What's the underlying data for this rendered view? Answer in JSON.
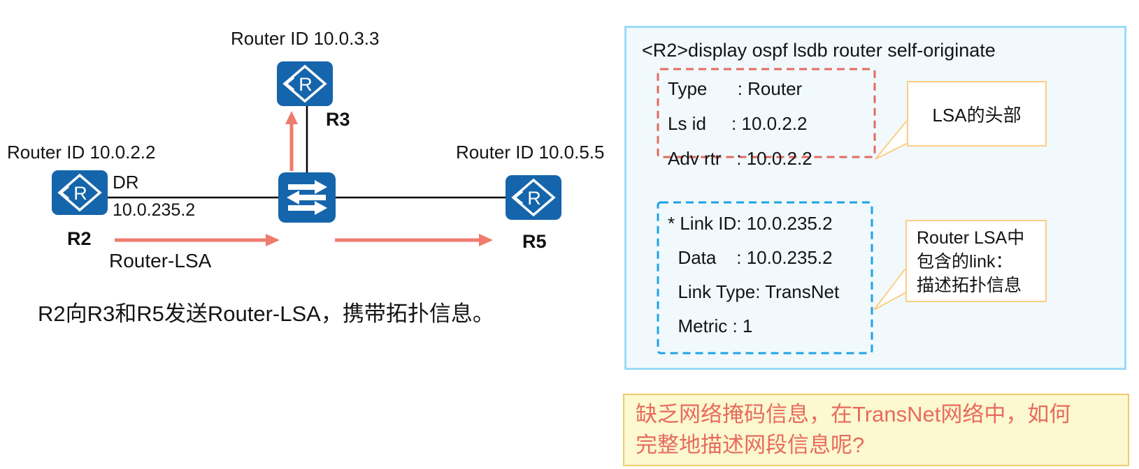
{
  "colors": {
    "icon_blue": "#1565ac",
    "arrow_red": "#ee7b6e",
    "lsa_header_box_border": "#e26a5e",
    "link_box_border": "#1ea3e4",
    "panel_border": "#9bdcf7",
    "panel_bg": "#f1f9fd",
    "callout_border": "#fbce84",
    "question_bg": "#fcf8d0",
    "question_border": "#f3c86e",
    "question_text": "#e76b5e"
  },
  "topology": {
    "r3": {
      "router_id": "Router ID 10.0.3.3",
      "name": "R3"
    },
    "r2": {
      "router_id": "Router ID 10.0.2.2",
      "name": "R2",
      "dr": "DR",
      "interface_ip": "10.0.235.2"
    },
    "r5": {
      "router_id": "Router ID 10.0.5.5",
      "name": "R5"
    },
    "arrow_label": "Router-LSA",
    "caption": "R2向R3和R5发送Router-LSA，携带拓扑信息。"
  },
  "terminal": {
    "command": "<R2>display ospf lsdb router self-originate",
    "lsa_header_rows": [
      "Type      : Router",
      "Ls id     : 10.0.2.2",
      "Adv rtr   : 10.0.2.2"
    ],
    "link_rows": [
      "* Link ID: 10.0.235.2",
      "  Data    : 10.0.235.2",
      "  Link Type: TransNet",
      "  Metric : 1"
    ]
  },
  "callouts": {
    "lsa_header": "LSA的头部",
    "link_lines": [
      "Router LSA中",
      "包含的link：",
      "描述拓扑信息"
    ]
  },
  "question": {
    "lines": [
      "缺乏网络掩码信息，在TransNet网络中，如何",
      "完整地描述网段信息呢?"
    ]
  }
}
